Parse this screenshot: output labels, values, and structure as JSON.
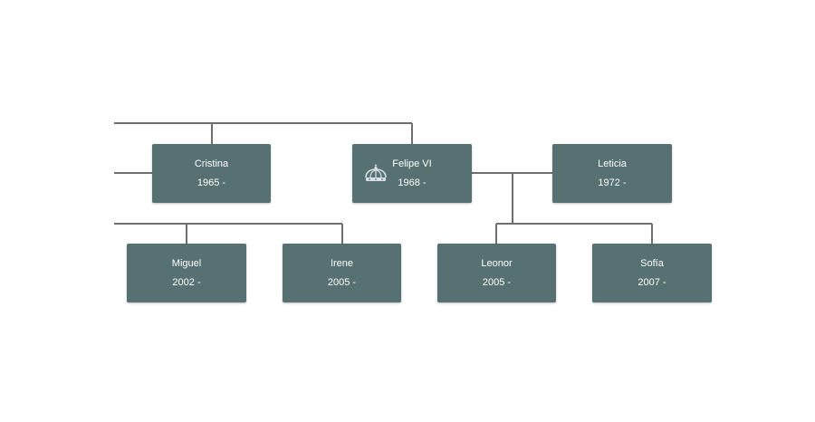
{
  "family_tree": {
    "people": [
      {
        "id": "cristina",
        "name": "Cristina",
        "dates": "1965 -",
        "icon": ""
      },
      {
        "id": "felipe",
        "name": "Felipe VI",
        "dates": "1968 -",
        "icon": "crown-icon"
      },
      {
        "id": "leticia",
        "name": "Leticia",
        "dates": "1972 -",
        "icon": ""
      },
      {
        "id": "miguel",
        "name": "Miguel",
        "dates": "2002 -",
        "icon": ""
      },
      {
        "id": "irene",
        "name": "Irene",
        "dates": "2005 -",
        "icon": ""
      },
      {
        "id": "leonor",
        "name": "Leonor",
        "dates": "2005 -",
        "icon": ""
      },
      {
        "id": "sofia",
        "name": "Sofía",
        "dates": "2007 -",
        "icon": ""
      }
    ]
  },
  "colors": {
    "node_fill": "#577172",
    "node_text": "#ffffff",
    "connector": "#6e6e6e",
    "background": "#ffffff"
  }
}
